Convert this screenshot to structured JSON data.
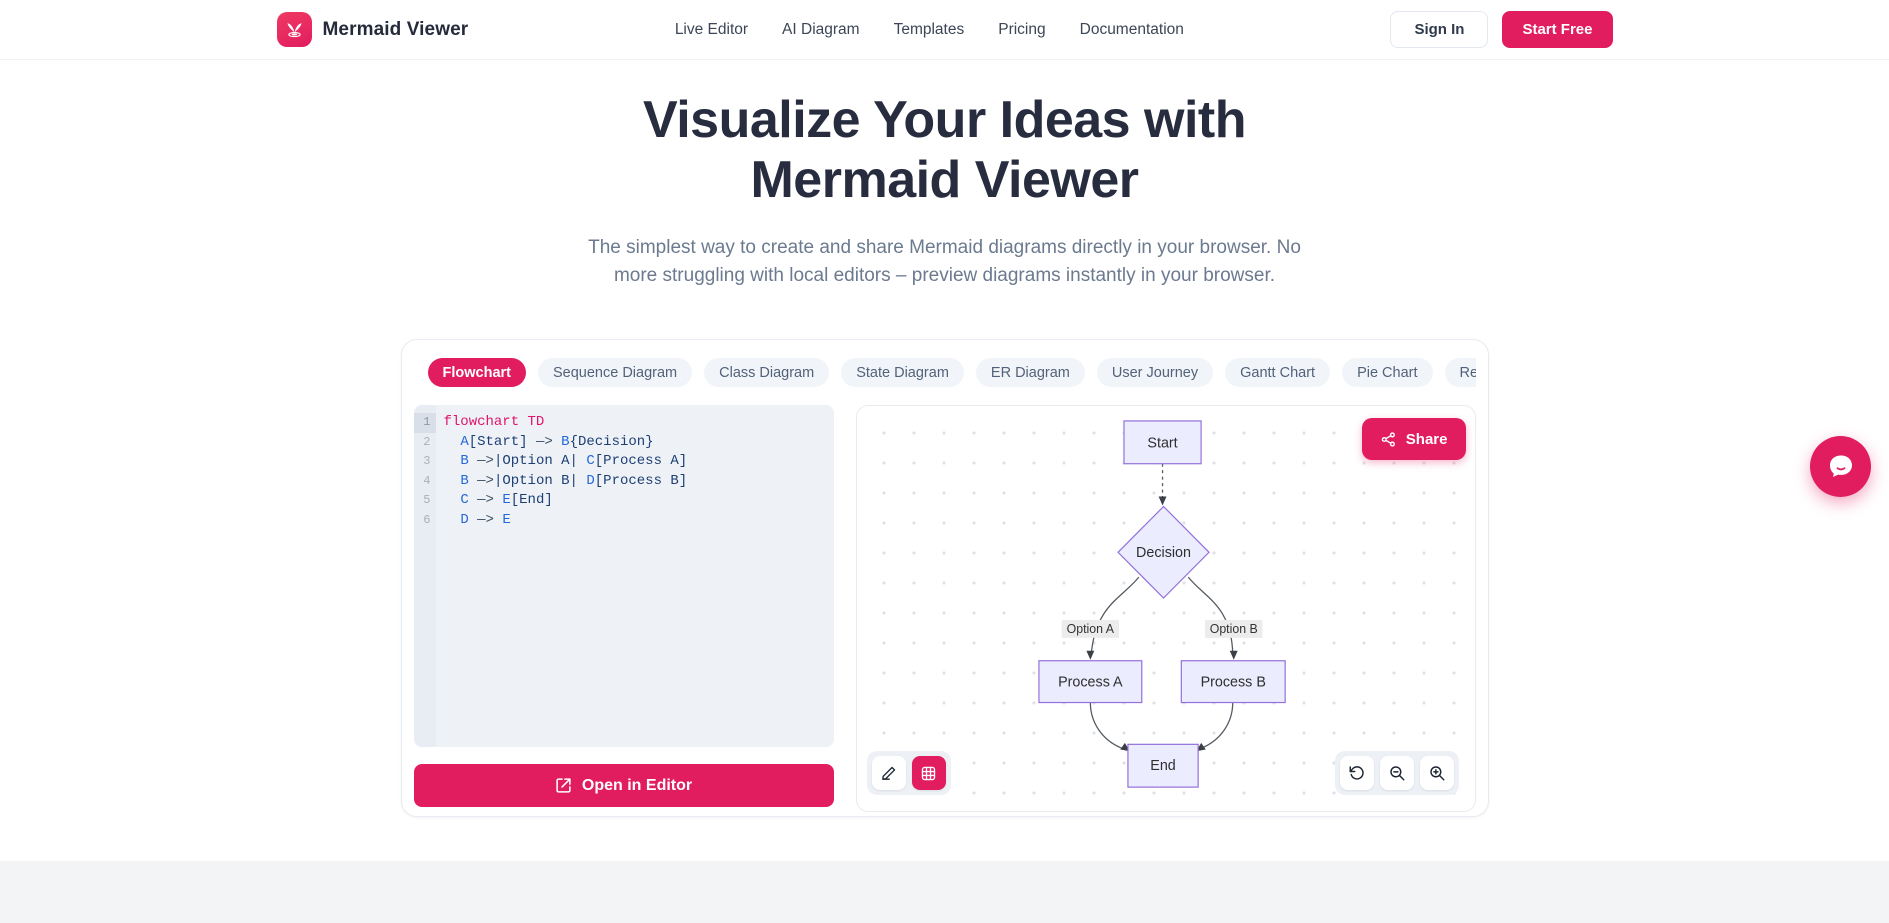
{
  "brand": {
    "name": "Mermaid Viewer",
    "accent_color": "#e11d5f"
  },
  "header": {
    "nav": [
      "Live Editor",
      "AI Diagram",
      "Templates",
      "Pricing",
      "Documentation"
    ],
    "sign_in_label": "Sign In",
    "start_free_label": "Start Free"
  },
  "hero": {
    "title_line1": "Visualize Your Ideas with",
    "title_line2": "Mermaid Viewer",
    "subtitle": "The simplest way to create and share Mermaid diagrams directly in your browser. No more struggling with local editors – preview diagrams instantly in your browser."
  },
  "tabs": [
    {
      "label": "Flowchart",
      "active": true
    },
    {
      "label": "Sequence Diagram",
      "active": false
    },
    {
      "label": "Class Diagram",
      "active": false
    },
    {
      "label": "State Diagram",
      "active": false
    },
    {
      "label": "ER Diagram",
      "active": false
    },
    {
      "label": "User Journey",
      "active": false
    },
    {
      "label": "Gantt Chart",
      "active": false
    },
    {
      "label": "Pie Chart",
      "active": false
    },
    {
      "label": "Requirement Diagram",
      "active": false
    }
  ],
  "editor": {
    "open_button_label": "Open in Editor",
    "lines": [
      {
        "n": "1",
        "tokens": [
          {
            "t": "flowchart TD",
            "s": "kw"
          }
        ]
      },
      {
        "n": "2",
        "tokens": [
          {
            "t": "  ",
            "s": "b"
          },
          {
            "t": "A",
            "s": "id"
          },
          {
            "t": "[Start]",
            "s": "b"
          },
          {
            "t": " ",
            "s": "b"
          },
          {
            "t": "—>",
            "s": "op"
          },
          {
            "t": " ",
            "s": "b"
          },
          {
            "t": "B",
            "s": "id"
          },
          {
            "t": "{Decision}",
            "s": "b"
          }
        ]
      },
      {
        "n": "3",
        "tokens": [
          {
            "t": "  ",
            "s": "b"
          },
          {
            "t": "B",
            "s": "id"
          },
          {
            "t": " ",
            "s": "b"
          },
          {
            "t": "—>",
            "s": "op"
          },
          {
            "t": "|Option A|",
            "s": "b"
          },
          {
            "t": " ",
            "s": "b"
          },
          {
            "t": "C",
            "s": "id"
          },
          {
            "t": "[Process A]",
            "s": "b"
          }
        ]
      },
      {
        "n": "4",
        "tokens": [
          {
            "t": "  ",
            "s": "b"
          },
          {
            "t": "B",
            "s": "id"
          },
          {
            "t": " ",
            "s": "b"
          },
          {
            "t": "—>",
            "s": "op"
          },
          {
            "t": "|Option B|",
            "s": "b"
          },
          {
            "t": " ",
            "s": "b"
          },
          {
            "t": "D",
            "s": "id"
          },
          {
            "t": "[Process B]",
            "s": "b"
          }
        ]
      },
      {
        "n": "5",
        "tokens": [
          {
            "t": "  ",
            "s": "b"
          },
          {
            "t": "C",
            "s": "id"
          },
          {
            "t": " ",
            "s": "b"
          },
          {
            "t": "—>",
            "s": "op"
          },
          {
            "t": " ",
            "s": "b"
          },
          {
            "t": "E",
            "s": "id"
          },
          {
            "t": "[End]",
            "s": "b"
          }
        ]
      },
      {
        "n": "6",
        "tokens": [
          {
            "t": "  ",
            "s": "b"
          },
          {
            "t": "D",
            "s": "id"
          },
          {
            "t": " ",
            "s": "b"
          },
          {
            "t": "—>",
            "s": "op"
          },
          {
            "t": " ",
            "s": "b"
          },
          {
            "t": "E",
            "s": "id"
          }
        ]
      }
    ]
  },
  "preview": {
    "share_label": "Share",
    "icons": [
      "edit-pencil-icon",
      "grid-icon",
      "reset-view-icon",
      "zoom-out-icon",
      "zoom-in-icon"
    ]
  },
  "diagram": {
    "node_fill": "#ececff",
    "node_border": "#9370db",
    "nodes": {
      "start": "Start",
      "decision": "Decision",
      "process_a": "Process A",
      "process_b": "Process B",
      "end": "End"
    },
    "edge_labels": {
      "option_a": "Option A",
      "option_b": "Option B"
    }
  }
}
